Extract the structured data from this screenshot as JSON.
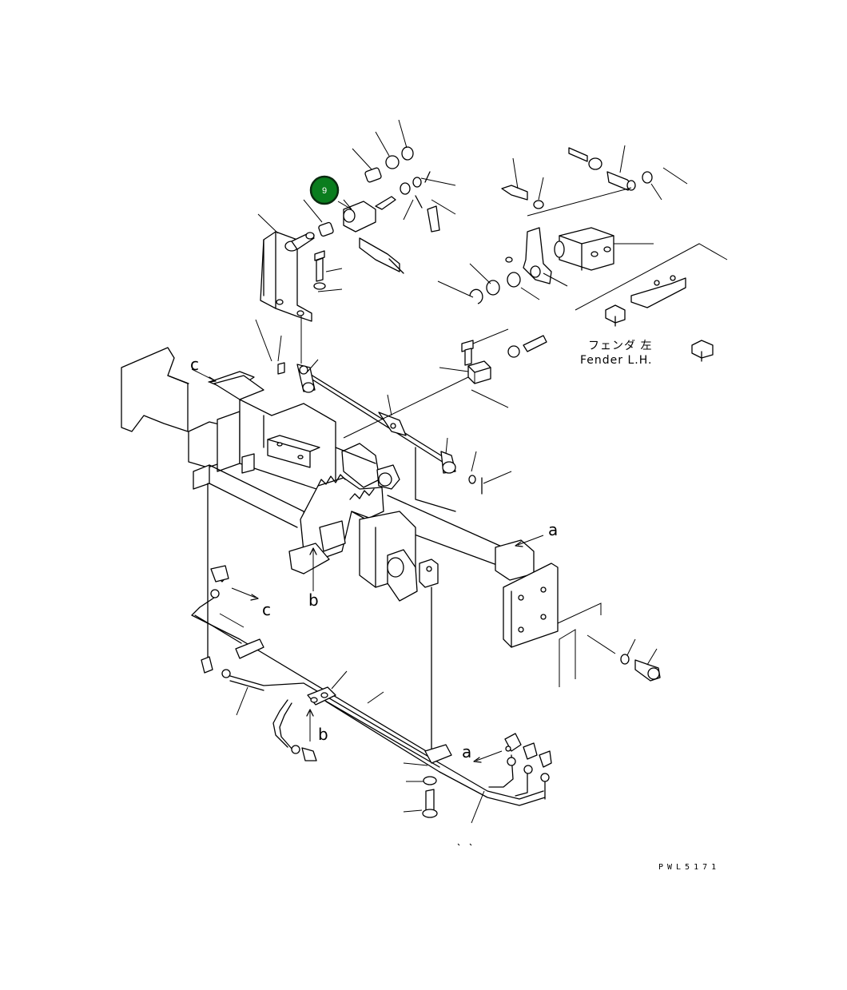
{
  "callout": {
    "number": "9",
    "fill": "#0a7d1e",
    "stroke": "#0b2a10"
  },
  "refs": {
    "a_upper": "a",
    "a_lower": "a",
    "b_upper": "b",
    "b_lower": "b",
    "c_upper": "c",
    "c_lower": "c"
  },
  "note": {
    "japanese": "フェンダ 左",
    "english": "Fender L.H."
  },
  "drawing_code": "PWL5171"
}
